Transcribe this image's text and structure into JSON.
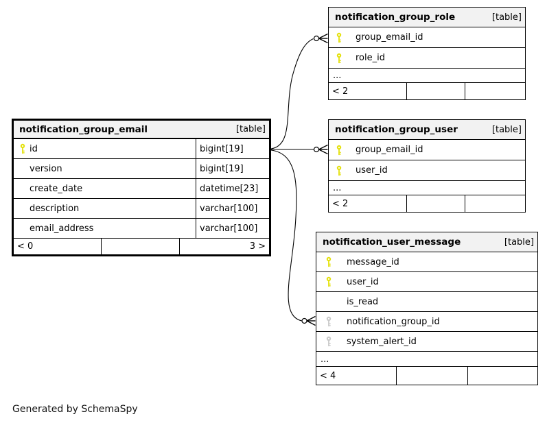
{
  "diagram_note": "Generated by SchemaSpy",
  "colors": {
    "header_bg": "#f2f2f2",
    "border": "#000000",
    "primary_key": "#e4e10d",
    "foreign_key": "#c9c9c9",
    "relationship_line": "#000000",
    "background": "#ffffff"
  },
  "tables": {
    "group_email": {
      "title": "notification_group_email",
      "tag": "[table]",
      "rows": [
        {
          "name": "id",
          "type": "bigint[19]",
          "key": "pk"
        },
        {
          "name": "version",
          "type": "bigint[19]",
          "key": ""
        },
        {
          "name": "create_date",
          "type": "datetime[23]",
          "key": ""
        },
        {
          "name": "description",
          "type": "varchar[100]",
          "key": ""
        },
        {
          "name": "email_address",
          "type": "varchar[100]",
          "key": ""
        }
      ],
      "footer_left": "< 0",
      "footer_middle": "",
      "footer_right": "3 >"
    },
    "group_role": {
      "title": "notification_group_role",
      "tag": "[table]",
      "rows": [
        {
          "name": "group_email_id",
          "key": "pk"
        },
        {
          "name": "role_id",
          "key": "pk"
        }
      ],
      "ellipsis": "...",
      "footer_left": "< 2",
      "footer_middle": "",
      "footer_right": ""
    },
    "group_user": {
      "title": "notification_group_user",
      "tag": "[table]",
      "rows": [
        {
          "name": "group_email_id",
          "key": "pk"
        },
        {
          "name": "user_id",
          "key": "pk"
        }
      ],
      "ellipsis": "...",
      "footer_left": "< 2",
      "footer_middle": "",
      "footer_right": ""
    },
    "user_message": {
      "title": "notification_user_message",
      "tag": "[table]",
      "rows": [
        {
          "name": "message_id",
          "key": "pk"
        },
        {
          "name": "user_id",
          "key": "pk"
        },
        {
          "name": "is_read",
          "key": ""
        },
        {
          "name": "notification_group_id",
          "key": "fk"
        },
        {
          "name": "system_alert_id",
          "key": "fk"
        }
      ],
      "ellipsis": "...",
      "footer_left": "< 4",
      "footer_middle": "",
      "footer_right": ""
    }
  }
}
